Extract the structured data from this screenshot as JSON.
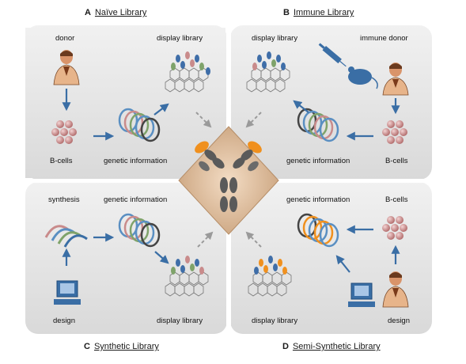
{
  "quadrants": {
    "A": {
      "letter": "A",
      "title": "Naïve Library",
      "labels": {
        "source": "donor",
        "library": "display library",
        "cells": "B-cells",
        "genetic": "genetic information"
      }
    },
    "B": {
      "letter": "B",
      "title": "Immune Library",
      "labels": {
        "library": "display library",
        "source": "immune donor",
        "genetic": "genetic information",
        "cells": "B-cells"
      }
    },
    "C": {
      "letter": "C",
      "title": "Synthetic Library",
      "labels": {
        "synthesis": "synthesis",
        "genetic": "genetic information",
        "design": "design",
        "library": "display library"
      }
    },
    "D": {
      "letter": "D",
      "title": "Semi-Synthetic Library",
      "labels": {
        "genetic": "genetic information",
        "cells": "B-cells",
        "library": "display library",
        "design": "design"
      }
    }
  },
  "colors": {
    "panel": "#e3e3e3",
    "arrow": "#3a6ea5",
    "dashed_arrow": "#9a9a9a",
    "cell": "#c98b8b",
    "center": "#d9b48f",
    "antibody": "#5a5a5a",
    "antigen": "#f0901e"
  }
}
